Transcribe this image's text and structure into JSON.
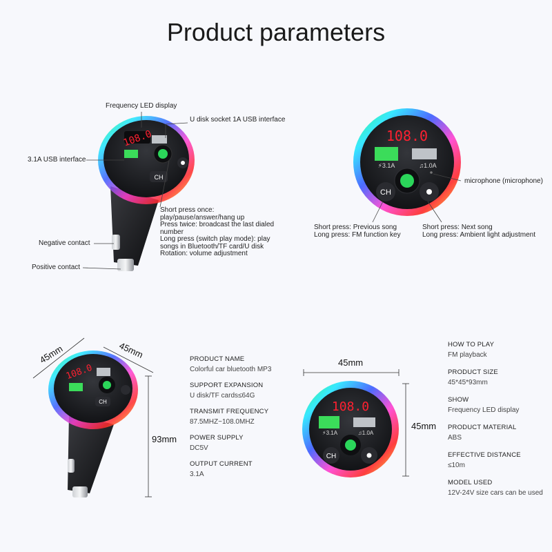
{
  "title": "Product parameters",
  "top_left_labels": {
    "frequency_led": "Frequency LED display",
    "u_disk_socket": "U disk socket 1A USB interface",
    "usb_31": "3.1A USB interface",
    "negative": "Negative contact",
    "positive": "Positive contact",
    "knob_lines": [
      "Short press once:",
      "play/pause/answer/hang up",
      "Press twice: broadcast the last dialed",
      "number",
      "Long press (switch play mode): play",
      "songs in Bluetooth/TF card/U disk",
      "Rotation: volume adjustment"
    ]
  },
  "top_right_labels": {
    "microphone": "microphone (microphone)",
    "ch_lines": [
      "Short press: Previous song",
      "Long press: FM function key"
    ],
    "light_lines": [
      "Short press: Next song",
      "Long press: Ambient light adjustment"
    ]
  },
  "device": {
    "display": "108.0",
    "port_31": "3.1A",
    "port_10": "1.0A",
    "ch": "CH"
  },
  "dimensions": {
    "width_a": "45mm",
    "width_b": "45mm",
    "height": "93mm",
    "top_width": "45mm",
    "side": "45mm"
  },
  "specs_middle": [
    {
      "name": "PRODUCT NAME",
      "value": "Colorful car bluetooth MP3"
    },
    {
      "name": "SUPPORT EXPANSION",
      "value": "U disk/TF cards≤64G"
    },
    {
      "name": "TRANSMIT FREQUENCY",
      "value": "87.5MHZ~108.0MHZ"
    },
    {
      "name": "POWER SUPPLY",
      "value": "DC5V"
    },
    {
      "name": "OUTPUT CURRENT",
      "value": "3.1A"
    }
  ],
  "specs_right": [
    {
      "name": "HOW TO PLAY",
      "value": "FM playback"
    },
    {
      "name": "PRODUCT SIZE",
      "value": "45*45*93mm"
    },
    {
      "name": "SHOW",
      "value": "Frequency LED display"
    },
    {
      "name": "PRODUCT MATERIAL",
      "value": "ABS"
    },
    {
      "name": "EFFECTIVE DISTANCE",
      "value": "≤10m"
    },
    {
      "name": "MODEL USED",
      "value": "12V-24V size cars can be used"
    }
  ],
  "colors": {
    "ring_a": "#ff2a2a",
    "ring_b": "#ff3fd0",
    "ring_c": "#3a5cff",
    "ring_d": "#22e6ff",
    "ring_e": "#27ff5a",
    "ring_f": "#ffe62a",
    "led_red": "#ff2030",
    "usb_green": "#3bdc5a",
    "body": "#1c1d21"
  }
}
